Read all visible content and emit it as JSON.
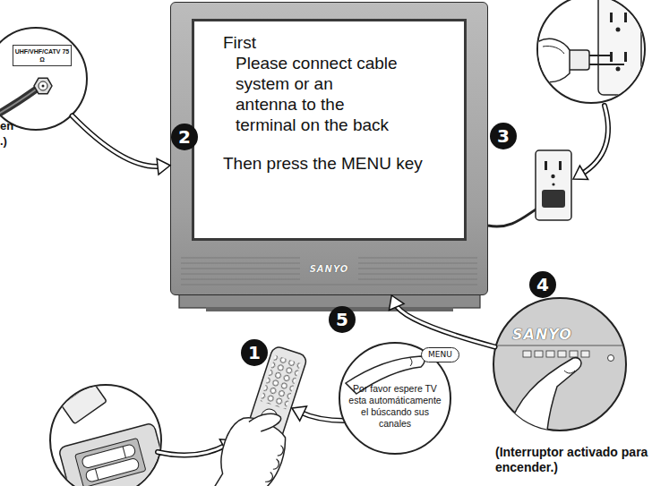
{
  "diagram": {
    "nodes": [
      {
        "text": [
          "SANYO"
        ]
      },
      {
        "text": [
          "First",
          "Please connect cable system or an antenna to the terminal on the back",
          "Then press the MENU key"
        ],
        "in": 0
      },
      {
        "text": [
          "UHF/VHF/CATV 75 Ω"
        ]
      },
      {
        "text": [
          "MENU",
          "Por favor espere TV esta automáticamente el búscando sus canales"
        ]
      },
      {
        "text": [
          "SANYO"
        ]
      }
    ],
    "edges": [
      {
        "from": 2,
        "to": 0,
        "arrow": "to"
      },
      {
        "from": 4,
        "to": 0,
        "arrow": "to"
      }
    ],
    "labels": [
      "en",
      ".)",
      "1",
      "2",
      "3",
      "4",
      "5",
      "(Interruptor activado para encender.)"
    ]
  }
}
